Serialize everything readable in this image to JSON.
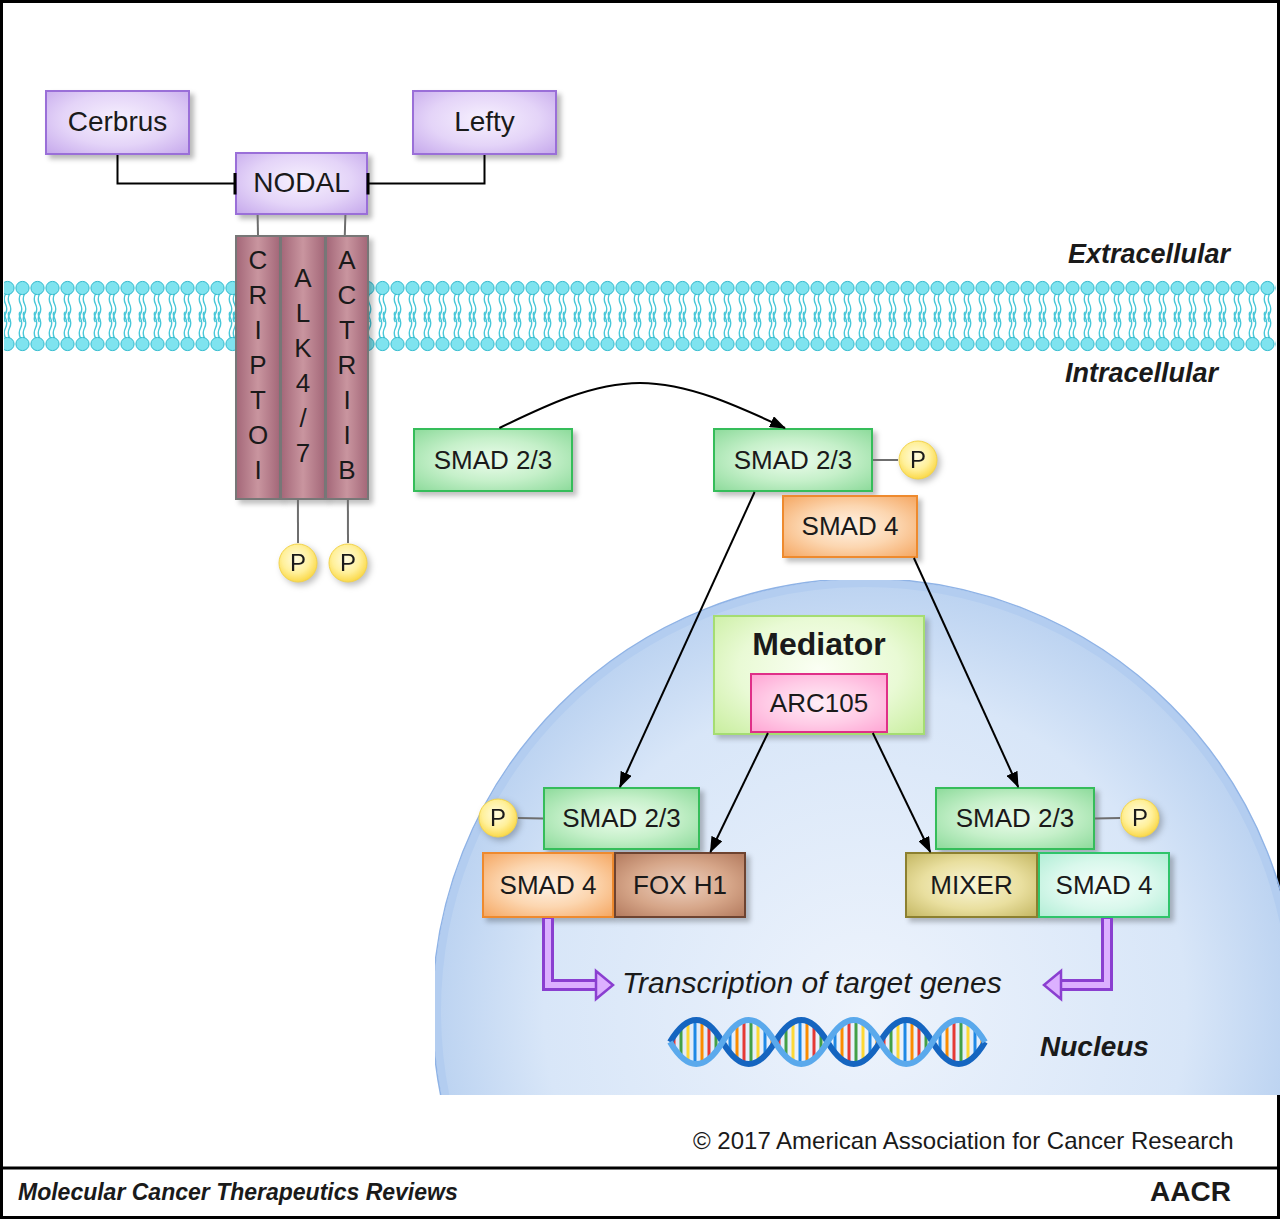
{
  "diagram": {
    "nodes": [
      {
        "text": [
          "Cerbrus"
        ]
      },
      {
        "text": [
          "Lefty"
        ]
      },
      {
        "text": [
          "NODAL"
        ]
      },
      {
        "text": [
          "CRIPTOI"
        ]
      },
      {
        "text": [
          "ALK4/7"
        ]
      },
      {
        "text": [
          "ACTRIIB"
        ]
      },
      {
        "text": [
          "SMAD 2/3"
        ]
      },
      {
        "text": [
          "SMAD 2/3"
        ]
      },
      {
        "text": [
          "P"
        ]
      },
      {
        "text": [
          "SMAD 4"
        ]
      },
      {
        "text": [
          "P"
        ]
      },
      {
        "text": [
          "P"
        ]
      },
      {
        "text": [
          "Nucleus"
        ]
      },
      {
        "text": [
          "Mediator"
        ],
        "in": 12
      },
      {
        "text": [
          "ARC105"
        ],
        "in": 13
      },
      {
        "text": [
          "P"
        ],
        "in": 12
      },
      {
        "text": [
          "SMAD 2/3"
        ],
        "in": 12
      },
      {
        "text": [
          "SMAD 4"
        ],
        "in": 12
      },
      {
        "text": [
          "FOX H1"
        ],
        "in": 12
      },
      {
        "text": [
          "SMAD 2/3"
        ],
        "in": 12
      },
      {
        "text": [
          "P"
        ],
        "in": 12
      },
      {
        "text": [
          "MIXER"
        ],
        "in": 12
      },
      {
        "text": [
          "SMAD 4"
        ],
        "in": 12
      }
    ],
    "edges": [
      {
        "from": 0,
        "to": 2,
        "arrow": "to"
      },
      {
        "from": 1,
        "to": 2,
        "arrow": "to"
      },
      {
        "from": 2,
        "to": 3,
        "arrow": "none"
      },
      {
        "from": 2,
        "to": 5,
        "arrow": "none"
      },
      {
        "from": 4,
        "to": 10,
        "arrow": "none"
      },
      {
        "from": 5,
        "to": 11,
        "arrow": "none"
      },
      {
        "from": 6,
        "to": 7,
        "arrow": "to"
      },
      {
        "from": 7,
        "to": 8,
        "arrow": "none"
      },
      {
        "from": 7,
        "to": 16,
        "arrow": "to"
      },
      {
        "from": 9,
        "to": 19,
        "arrow": "to"
      },
      {
        "from": 14,
        "to": 18,
        "arrow": "to"
      },
      {
        "from": 14,
        "to": 21,
        "arrow": "to"
      },
      {
        "from": 15,
        "to": 16,
        "arrow": "none"
      },
      {
        "from": 19,
        "to": 20,
        "arrow": "none"
      }
    ],
    "labels": [
      "Extracellular",
      "Intracellular",
      "Transcription of target genes",
      "© 2017 American Association for Cancer Research",
      "Molecular Cancer Therapeutics Reviews",
      "AACR"
    ]
  }
}
